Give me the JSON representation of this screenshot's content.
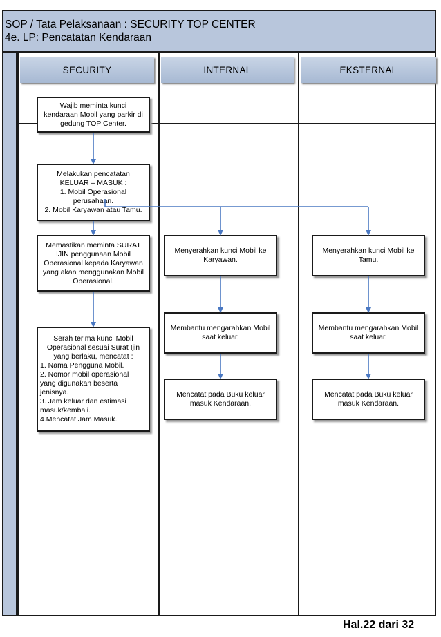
{
  "header": {
    "title": "SOP / Tata Pelaksanaan : SECURITY TOP CENTER",
    "subtitle": "4e. LP: Pencatatan Kendaraan"
  },
  "lanes": [
    {
      "label": "SECURITY"
    },
    {
      "label": "INTERNAL"
    },
    {
      "label": "EKSTERNAL"
    }
  ],
  "security": {
    "box1": [
      "Wajib meminta kunci",
      "kendaraan Mobil yang parkir di",
      "gedung TOP Center."
    ],
    "box2": {
      "lines": [
        "Melakukan pencatatan",
        "KELUAR – MASUK :"
      ],
      "items": [
        "1. Mobil Operasional",
        "perusahaan.",
        "2. Mobil Karyawan atau Tamu."
      ]
    },
    "box3": [
      "Memastikan meminta SURAT",
      "IJIN penggunaan Mobil",
      "Operasional kepada Karyawan",
      "yang akan menggunakan Mobil",
      "Operasional."
    ],
    "box4": {
      "lines": [
        "Serah terima kunci Mobil",
        "Operasional sesuai Surat Ijin",
        "yang berlaku, mencatat :"
      ],
      "items": [
        "1. Nama Pengguna Mobil.",
        "2. Nomor mobil operasional",
        "yang digunakan beserta",
        "jenisnya.",
        "3. Jam keluar dan estimasi",
        "masuk/kembali.",
        "4.Mencatat Jam Masuk."
      ]
    }
  },
  "internal": {
    "box1": [
      "Menyerahkan kunci Mobil ke",
      "Karyawan."
    ],
    "box2": [
      "Membantu mengarahkan Mobil",
      "saat keluar."
    ],
    "box3": [
      "Mencatat pada Buku keluar",
      "masuk Kendaraan."
    ]
  },
  "eksternal": {
    "box1": [
      "Menyerahkan kunci Mobil ke",
      "Tamu."
    ],
    "box2": [
      "Membantu mengarahkan Mobil",
      "saat keluar."
    ],
    "box3": [
      "Mencatat pada Buku keluar",
      "masuk Kendaraan."
    ]
  },
  "colors": {
    "header_band": "#b8c6dc",
    "connector": "#4a78c2",
    "border": "#1a1a1a"
  },
  "footer": {
    "page": "Hal.22 dari 32"
  }
}
